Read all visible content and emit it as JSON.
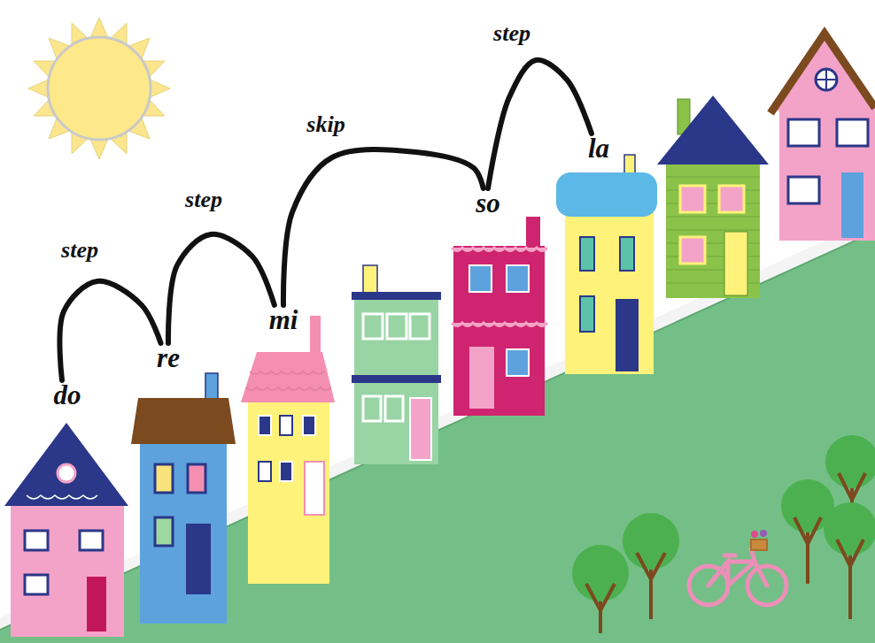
{
  "diagram": {
    "nodes": [
      {
        "text": [
          "do"
        ]
      },
      {
        "text": [
          "re"
        ]
      },
      {
        "text": [
          "mi"
        ]
      },
      {
        "text": [
          "so"
        ]
      },
      {
        "text": [
          "la"
        ]
      }
    ],
    "edges": [
      {
        "from": 0,
        "to": 1,
        "label": "step",
        "arrow": "none"
      },
      {
        "from": 1,
        "to": 2,
        "label": "step",
        "arrow": "none"
      },
      {
        "from": 2,
        "to": 3,
        "label": "skip",
        "arrow": "none"
      },
      {
        "from": 3,
        "to": 4,
        "label": "step",
        "arrow": "none"
      }
    ]
  }
}
